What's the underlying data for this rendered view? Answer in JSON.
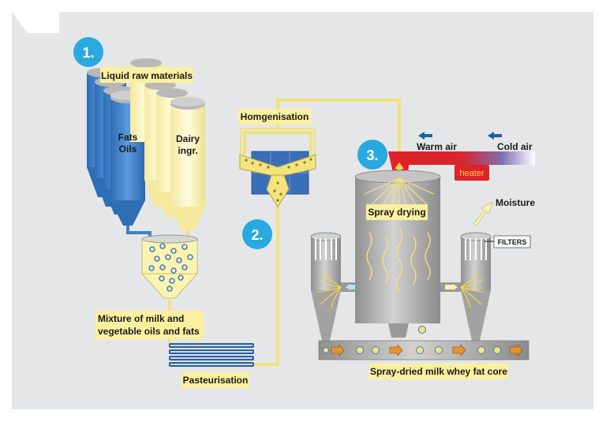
{
  "steps": [
    {
      "number": "1.",
      "color": "#29a9e0"
    },
    {
      "number": "2.",
      "color": "#29a9e0"
    },
    {
      "number": "3.",
      "color": "#29a9e0"
    }
  ],
  "labels": {
    "liquid_raw_materials": "Liquid raw materials",
    "fats_line1": "Fats",
    "fats_line2": "Oils",
    "dairy_line1": "Dairy",
    "dairy_line2": "ingr.",
    "mixture_line1": "Mixture of milk and",
    "mixture_line2": "vegetable oils and fats",
    "pasteurisation": "Pasteurisation",
    "homogenisation": "Homgenisation",
    "warm_air": "Warm air",
    "cold_air": "Cold air",
    "heater": "heater",
    "spray_drying": "Spray drying",
    "moisture": "Moisture",
    "filters": "FILTERS",
    "product": "Spray-dried milk whey fat core"
  },
  "colors": {
    "background_panel": "#e4e6e8",
    "label_fill": "#fbefa0",
    "fat_tank": "#3f7fc4",
    "dairy_tank": "#fdf3b0",
    "pipe": "#f1e27a",
    "steel": "#a9a9a9",
    "hot_air": "#e0222a",
    "cold_air": "#4a8fd6"
  }
}
